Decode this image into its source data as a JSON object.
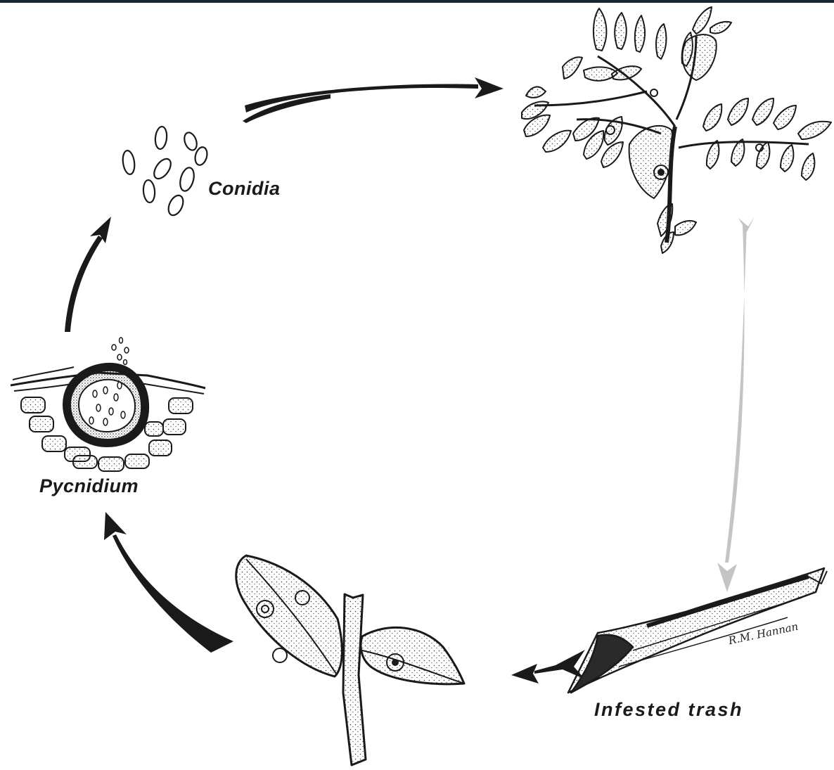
{
  "labels": {
    "conidia": "Conidia",
    "pycnidium": "Pycnidium",
    "infested_trash": "Infested trash"
  },
  "signature": "R.M. Hannan",
  "colors": {
    "ink": "#1a1a1a",
    "stipple": "#3a3a3a",
    "gray_arrow": "#c4c4c4",
    "frame": "#1b2632"
  }
}
